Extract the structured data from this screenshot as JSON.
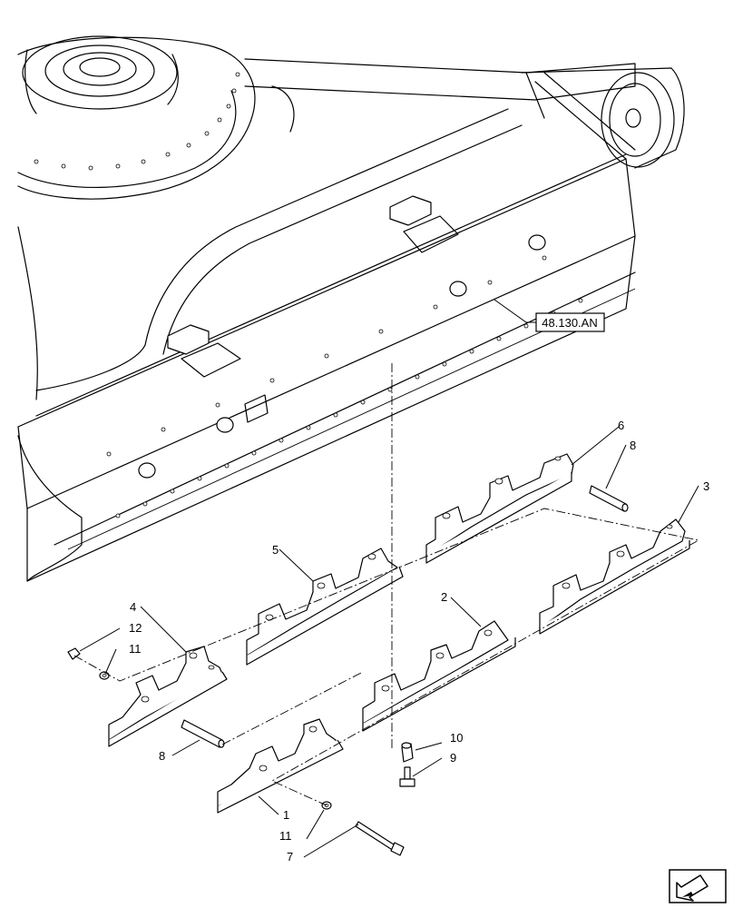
{
  "reference": "48.130.AN",
  "callouts": {
    "c1": "1",
    "c2": "2",
    "c3": "3",
    "c4": "4",
    "c5": "5",
    "c6": "6",
    "c7": "7",
    "c8a": "8",
    "c8b": "8",
    "c9": "9",
    "c10": "10",
    "c11a": "11",
    "c11b": "11",
    "c12": "12"
  },
  "nav_icon": "arrow-next-page-icon"
}
